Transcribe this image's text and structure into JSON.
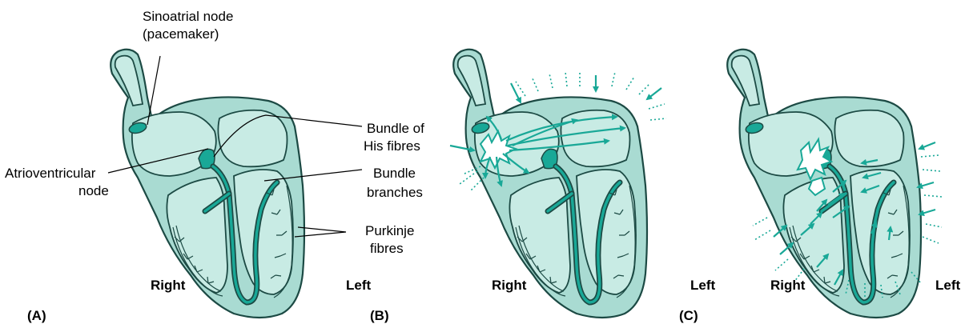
{
  "panel_a": {
    "id_label": "(A)",
    "labels": {
      "sa_node_line1": "Sinoatrial node",
      "sa_node_line2": "(pacemaker)",
      "bundle_his_line1": "Bundle of",
      "bundle_his_line2": "His fibres",
      "av_node_line1": "Atrioventricular",
      "av_node_line2": "node",
      "bundle_branches_line1": "Bundle",
      "bundle_branches_line2": "branches",
      "purkinje_line1": "Purkinje",
      "purkinje_line2": "fibres"
    },
    "right": "Right",
    "left": "Left"
  },
  "panel_b": {
    "id_label": "(B)",
    "right": "Right",
    "left": "Left"
  },
  "panel_c": {
    "id_label": "(C)",
    "right": "Right",
    "left": "Left"
  },
  "colors": {
    "tissue": "#a9dbd2",
    "chamber": "#c8ebe4",
    "outline": "#1c4a44",
    "signal": "#19a897"
  },
  "icons": [
    "heart-diagram",
    "sa-node-icon",
    "av-node-icon",
    "impulse-arrow-icon",
    "burst-icon"
  ]
}
